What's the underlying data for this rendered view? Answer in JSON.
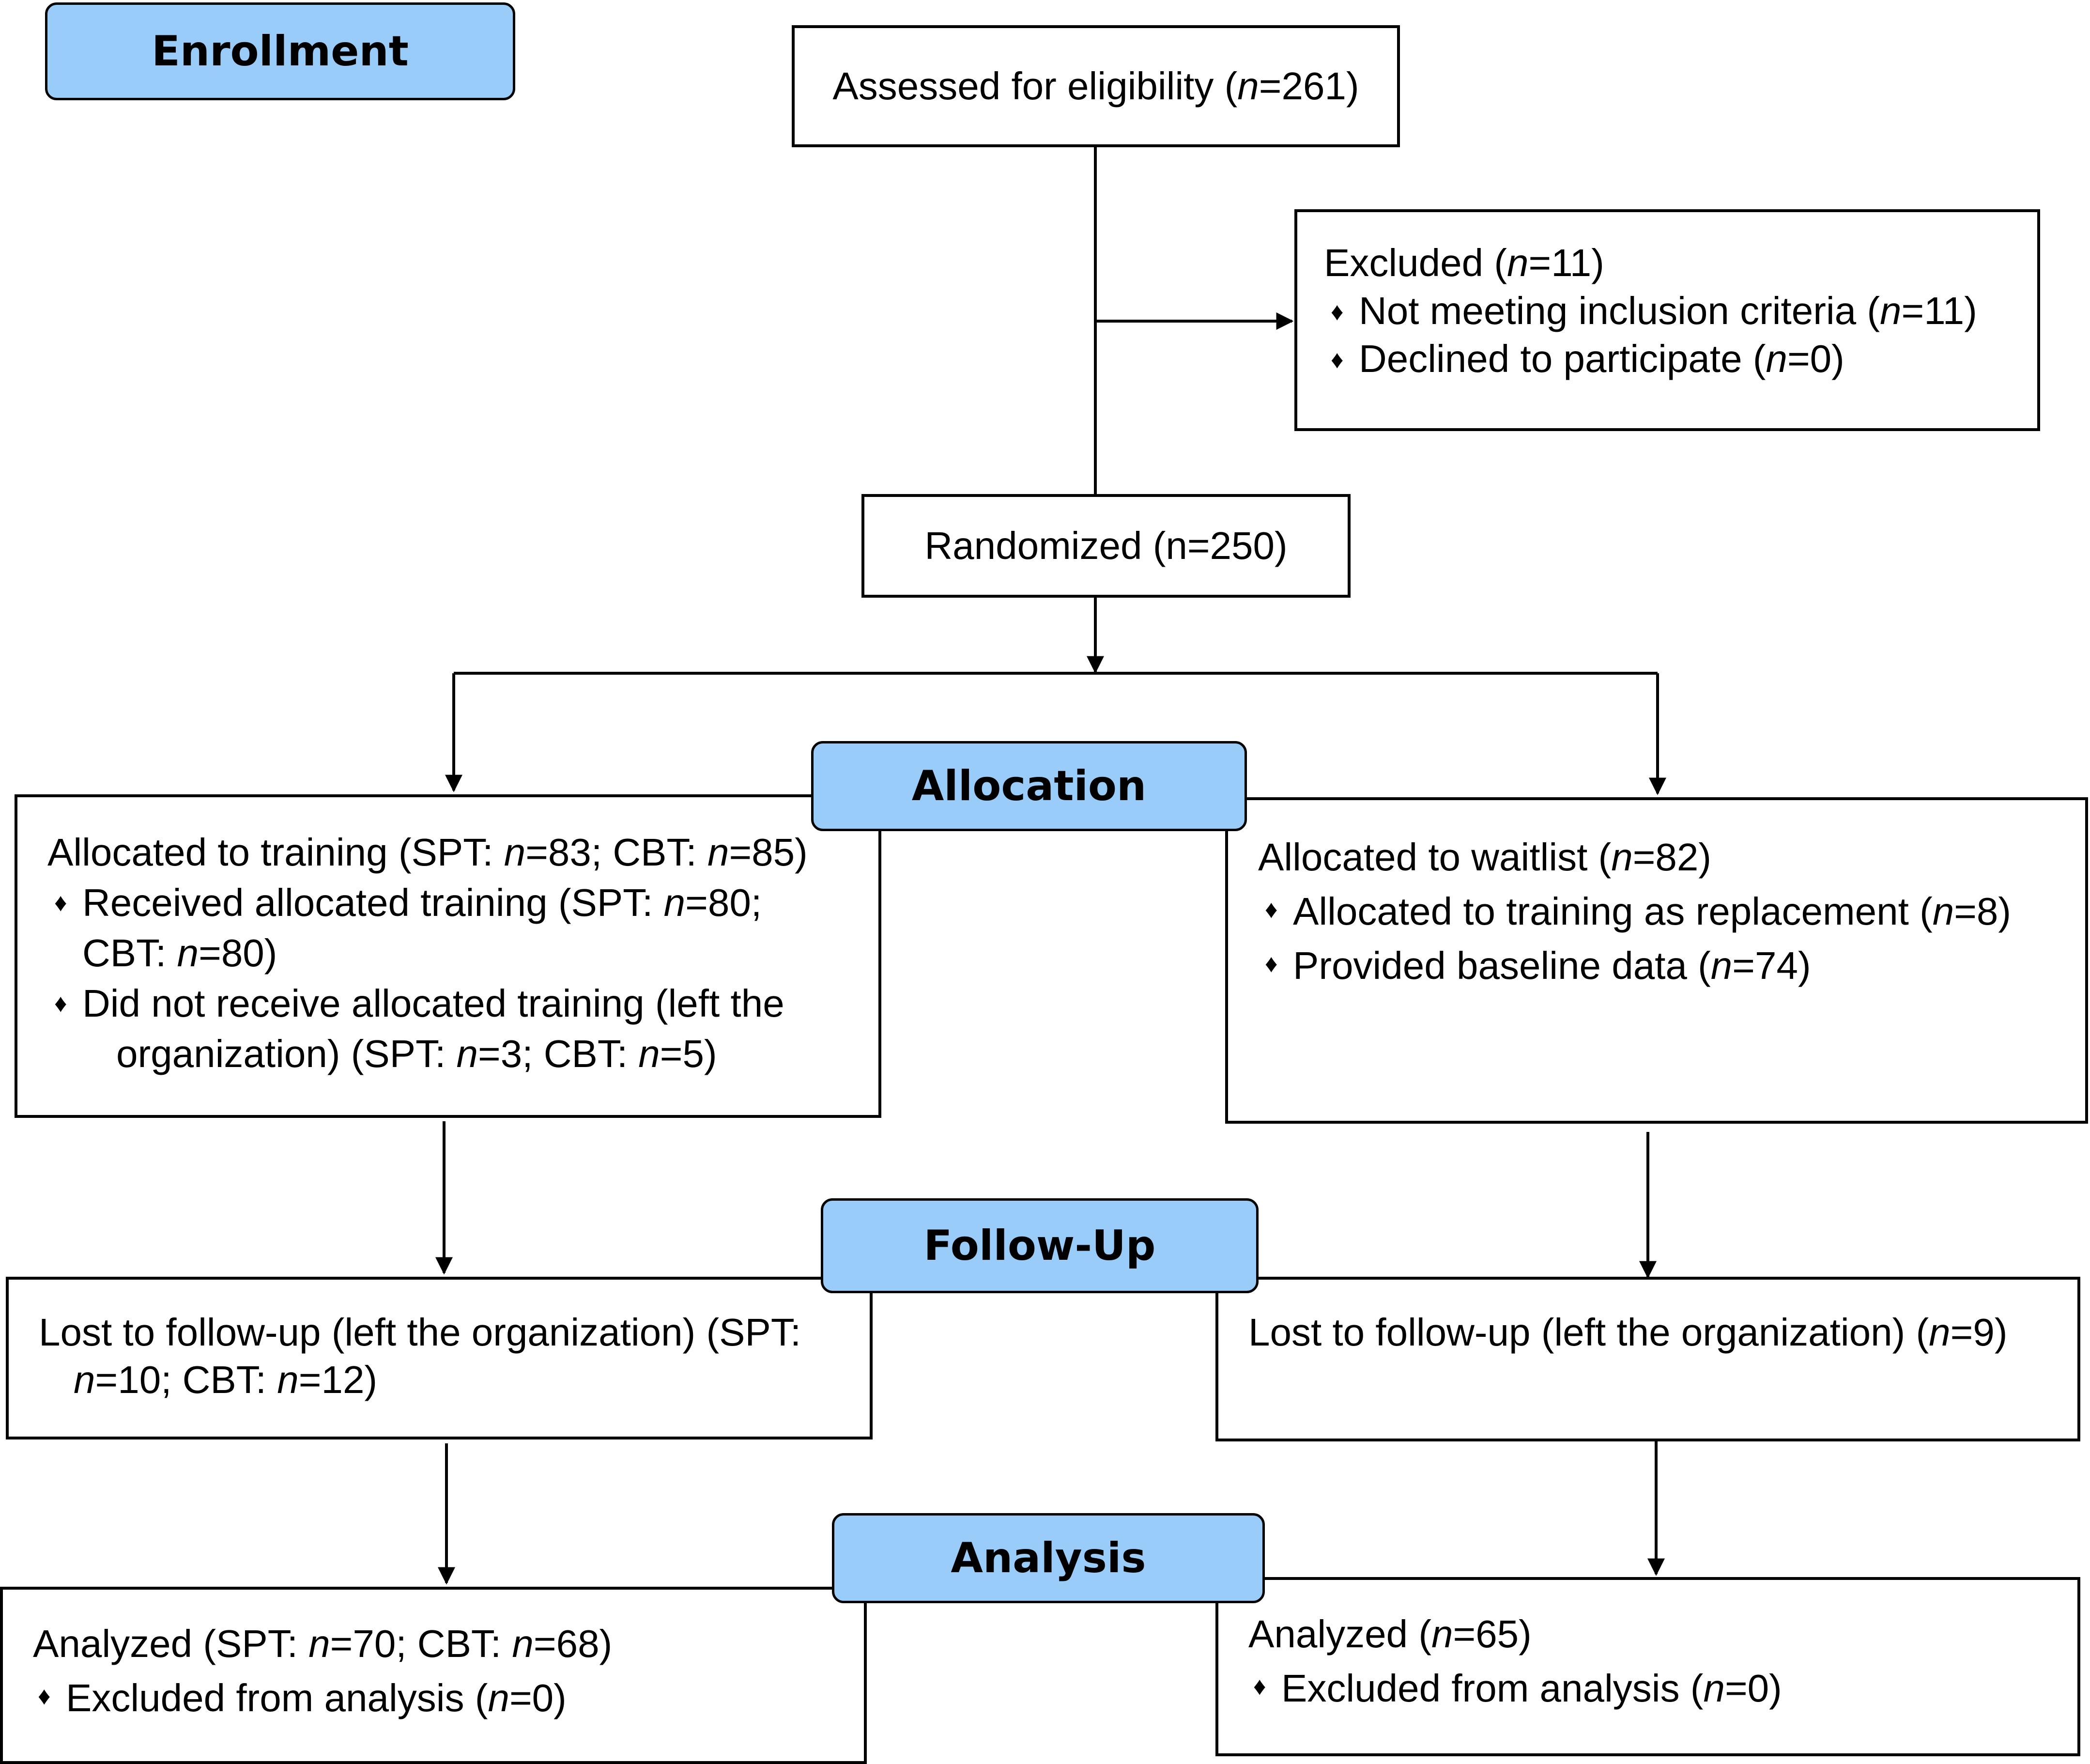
{
  "colors": {
    "stage_fill": "#99ccf8",
    "line": "#000000",
    "box_fill": "#ffffff"
  },
  "stages": {
    "enrollment": "Enrollment",
    "allocation": "Allocation",
    "follow_up": "Follow-Up",
    "analysis": "Analysis"
  },
  "assessed": {
    "label": "Assessed for eligibility (",
    "n": "n",
    "value": "=261)"
  },
  "excluded": {
    "title_pre": "Excluded  (",
    "title_n": "n",
    "title_post": "=11)",
    "bullet_icon": "diamond-bullet-icon",
    "items": [
      {
        "pre": "Not meeting inclusion criteria (",
        "n": "n",
        "post": "=11)"
      },
      {
        "pre": "Declined to participate (",
        "n": "n",
        "post": "=0)"
      }
    ]
  },
  "randomized": {
    "label": "Randomized (n=250)"
  },
  "allocated_training": {
    "t1": "Allocated to training (SPT: ",
    "n1": "n",
    "t2": "=83; CBT: ",
    "n2": "n",
    "t3": "=85)",
    "item1": {
      "t1": "Received allocated training (SPT: ",
      "n1": "n",
      "t2": "=80;",
      "t3": "CBT: ",
      "n2": "n",
      "t4": "=80)"
    },
    "item2": {
      "t1": "Did not receive allocated training (left the",
      "t2": "organization) (SPT: ",
      "n1": "n",
      "t3": "=3; CBT: ",
      "n2": "n",
      "t4": "=5)"
    }
  },
  "allocated_waitlist": {
    "t1": "Allocated to waitlist (",
    "n1": "n",
    "t2": "=82)",
    "items": [
      {
        "pre": "Allocated to training as replacement (",
        "n": "n",
        "post": "=8)"
      },
      {
        "pre": "Provided baseline data (",
        "n": "n",
        "post": "=74)"
      }
    ]
  },
  "lost_training": {
    "t1": "Lost to follow-up (left the organization) (SPT:",
    "n1": "n",
    "t2": "=10; CBT: ",
    "n2": "n",
    "t3": "=12)"
  },
  "lost_waitlist": {
    "t1": "Lost to follow-up (left the organization) (",
    "n1": "n",
    "t2": "=9)"
  },
  "analyzed_training": {
    "t1": "Analyzed  (SPT: ",
    "n1": "n",
    "t2": "=70; CBT: ",
    "n2": "n",
    "t3": "=68)",
    "item": {
      "pre": "Excluded from analysis (",
      "n": "n",
      "post": "=0)"
    }
  },
  "analyzed_waitlist": {
    "t1": "Analyzed  (",
    "n1": "n",
    "t2": "=65)",
    "item": {
      "pre": "Excluded from analysis (",
      "n": "n",
      "post": "=0)"
    }
  }
}
